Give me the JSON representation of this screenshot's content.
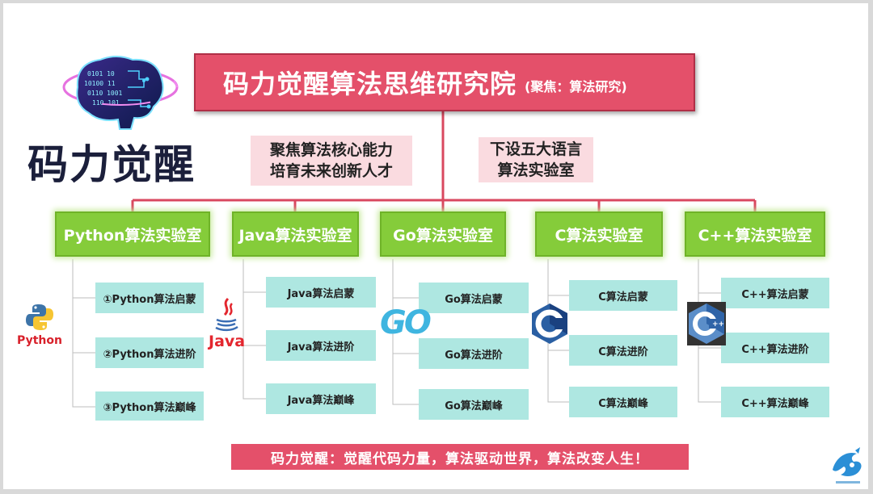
{
  "header": {
    "title": "码力觉醒算法思维研究院",
    "subtitle": "(聚焦：算法研究)"
  },
  "brand": {
    "name": "码力觉醒",
    "logo_icon": "brain-circuit-icon",
    "corner_icon": "dragon-icon"
  },
  "notes": [
    {
      "line1": "聚焦算法核心能力",
      "line2": "培育未来创新人才"
    },
    {
      "line1": "下设五大语言",
      "line2": "算法实验室"
    }
  ],
  "labs": [
    {
      "name": "Python算法实验室",
      "icon": "python-logo-icon",
      "icon_label": "Python",
      "items": [
        "①Python算法启蒙",
        "②Python算法进阶",
        "③Python算法巅峰"
      ]
    },
    {
      "name": "Java算法实验室",
      "icon": "java-logo-icon",
      "icon_label": "Java",
      "items": [
        "Java算法启蒙",
        "Java算法进阶",
        "Java算法巅峰"
      ]
    },
    {
      "name": "Go算法实验室",
      "icon": "go-logo-icon",
      "icon_label": "GO",
      "items": [
        "Go算法启蒙",
        "Go算法进阶",
        "Go算法巅峰"
      ]
    },
    {
      "name": "C算法实验室",
      "icon": "c-logo-icon",
      "icon_label": "C",
      "items": [
        "C算法启蒙",
        "C算法进阶",
        "C算法巅峰"
      ]
    },
    {
      "name": "C++算法实验室",
      "icon": "cpp-logo-icon",
      "icon_label": "C++",
      "items": [
        "C++算法启蒙",
        "C++算法进阶",
        "C++算法巅峰"
      ]
    }
  ],
  "slogan": "码力觉醒：觉醒代码力量，算法驱动世界，算法改变人生！",
  "colors": {
    "title_red": "#e4506a",
    "lab_green": "#85cc3a",
    "item_cyan": "#aee7e1",
    "note_pink": "#fadbe0",
    "connector_red": "#d9485f"
  }
}
